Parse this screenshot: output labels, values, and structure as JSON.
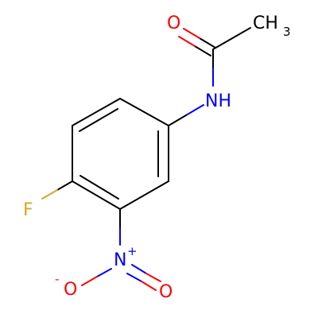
{
  "colors": {
    "bond": "#000000",
    "oxygen": "#ff0000",
    "nitrogen": "#0000ff",
    "fluorine": "#daa520",
    "carbon": "#000000"
  },
  "atoms": {
    "oxygen_carbonyl": "O",
    "methyl": "CH",
    "methyl_subscript": "3",
    "amide_nh": "NH",
    "fluorine": "F",
    "nitro_n": "N",
    "nitro_n_charge": "+",
    "nitro_o_minus": "O",
    "nitro_o_minus_charge": "-",
    "nitro_o_double": "O"
  }
}
